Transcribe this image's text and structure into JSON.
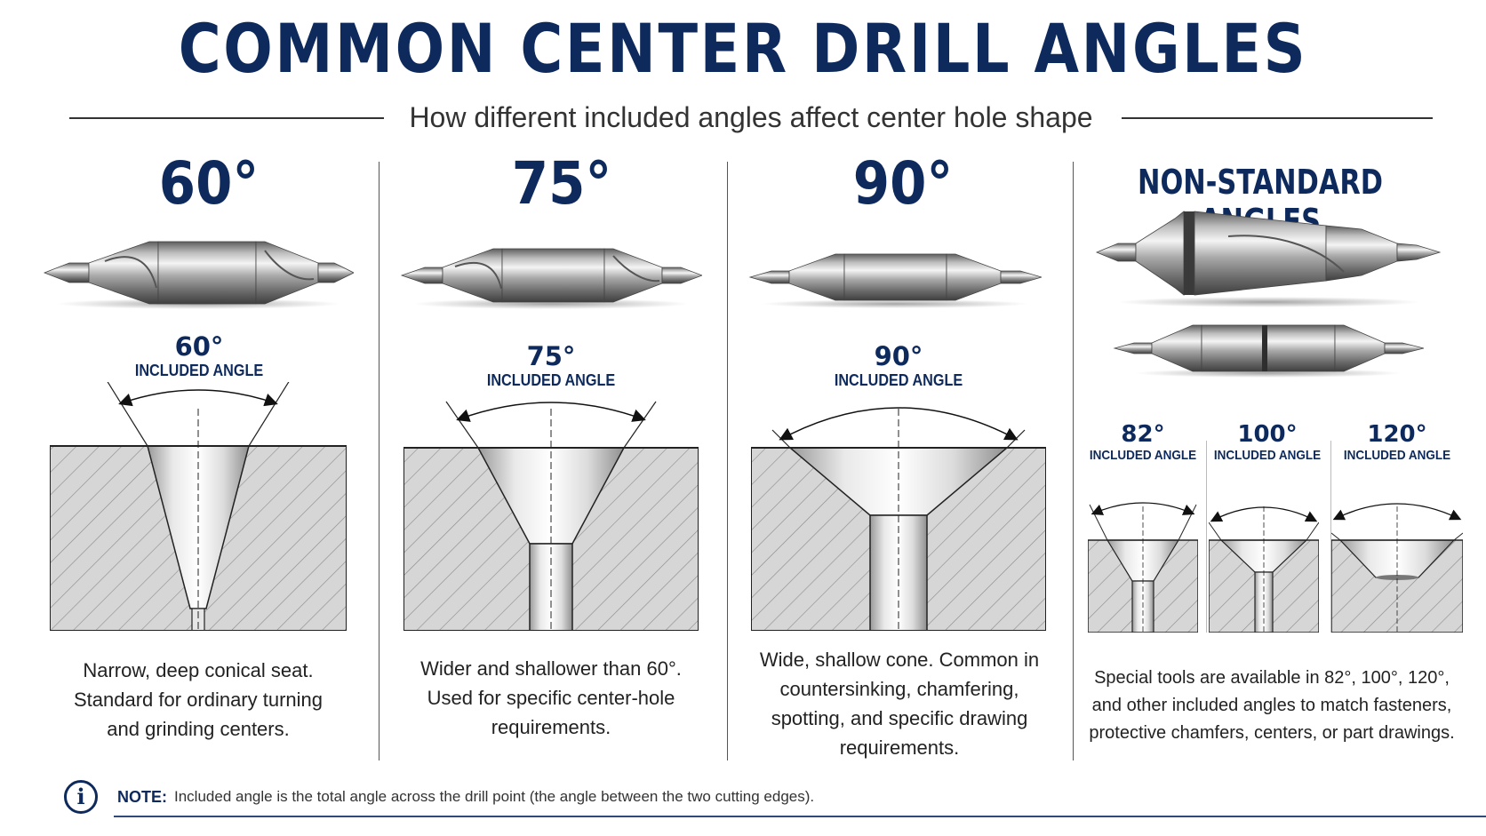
{
  "title": "COMMON CENTER DRILL ANGLES",
  "subtitle": "How different included angles affect center hole shape",
  "columns": [
    {
      "angle": "60°",
      "included_value": "60°",
      "included_label": "INCLUDED ANGLE",
      "description_lines": [
        "Narrow, deep conical seat.",
        "Standard for ordinary turning",
        "and grinding centers."
      ]
    },
    {
      "angle": "75°",
      "included_value": "75°",
      "included_label": "INCLUDED ANGLE",
      "description_lines": [
        "Wider and shallower than 60°.",
        "Used for specific center-hole",
        "requirements."
      ]
    },
    {
      "angle": "90°",
      "included_value": "90°",
      "included_label": "INCLUDED ANGLE",
      "description_lines": [
        "Wide, shallow cone. Common in",
        "countersinking, chamfering,",
        "spotting, and specific drawing",
        "requirements."
      ]
    }
  ],
  "non_standard": {
    "title": "NON-STANDARD ANGLES",
    "angles": [
      {
        "value": "82°",
        "label": "INCLUDED ANGLE"
      },
      {
        "value": "100°",
        "label": "INCLUDED ANGLE"
      },
      {
        "value": "120°",
        "label": "INCLUDED ANGLE"
      }
    ],
    "description_lines": [
      "Special tools are available in 82°, 100°, 120°,",
      "and other included angles to match fasteners,",
      "protective chamfers, centers, or part drawings."
    ]
  },
  "note": {
    "icon": "info-icon",
    "label": "NOTE:",
    "text": "Included angle is the total angle across the drill point (the angle between the two cutting edges)."
  },
  "colors": {
    "navy": "#0e2a5c",
    "steel_light": "#e8e8e8",
    "steel_dark": "#6b6b6b",
    "block_fill": "#d9d9d9"
  }
}
